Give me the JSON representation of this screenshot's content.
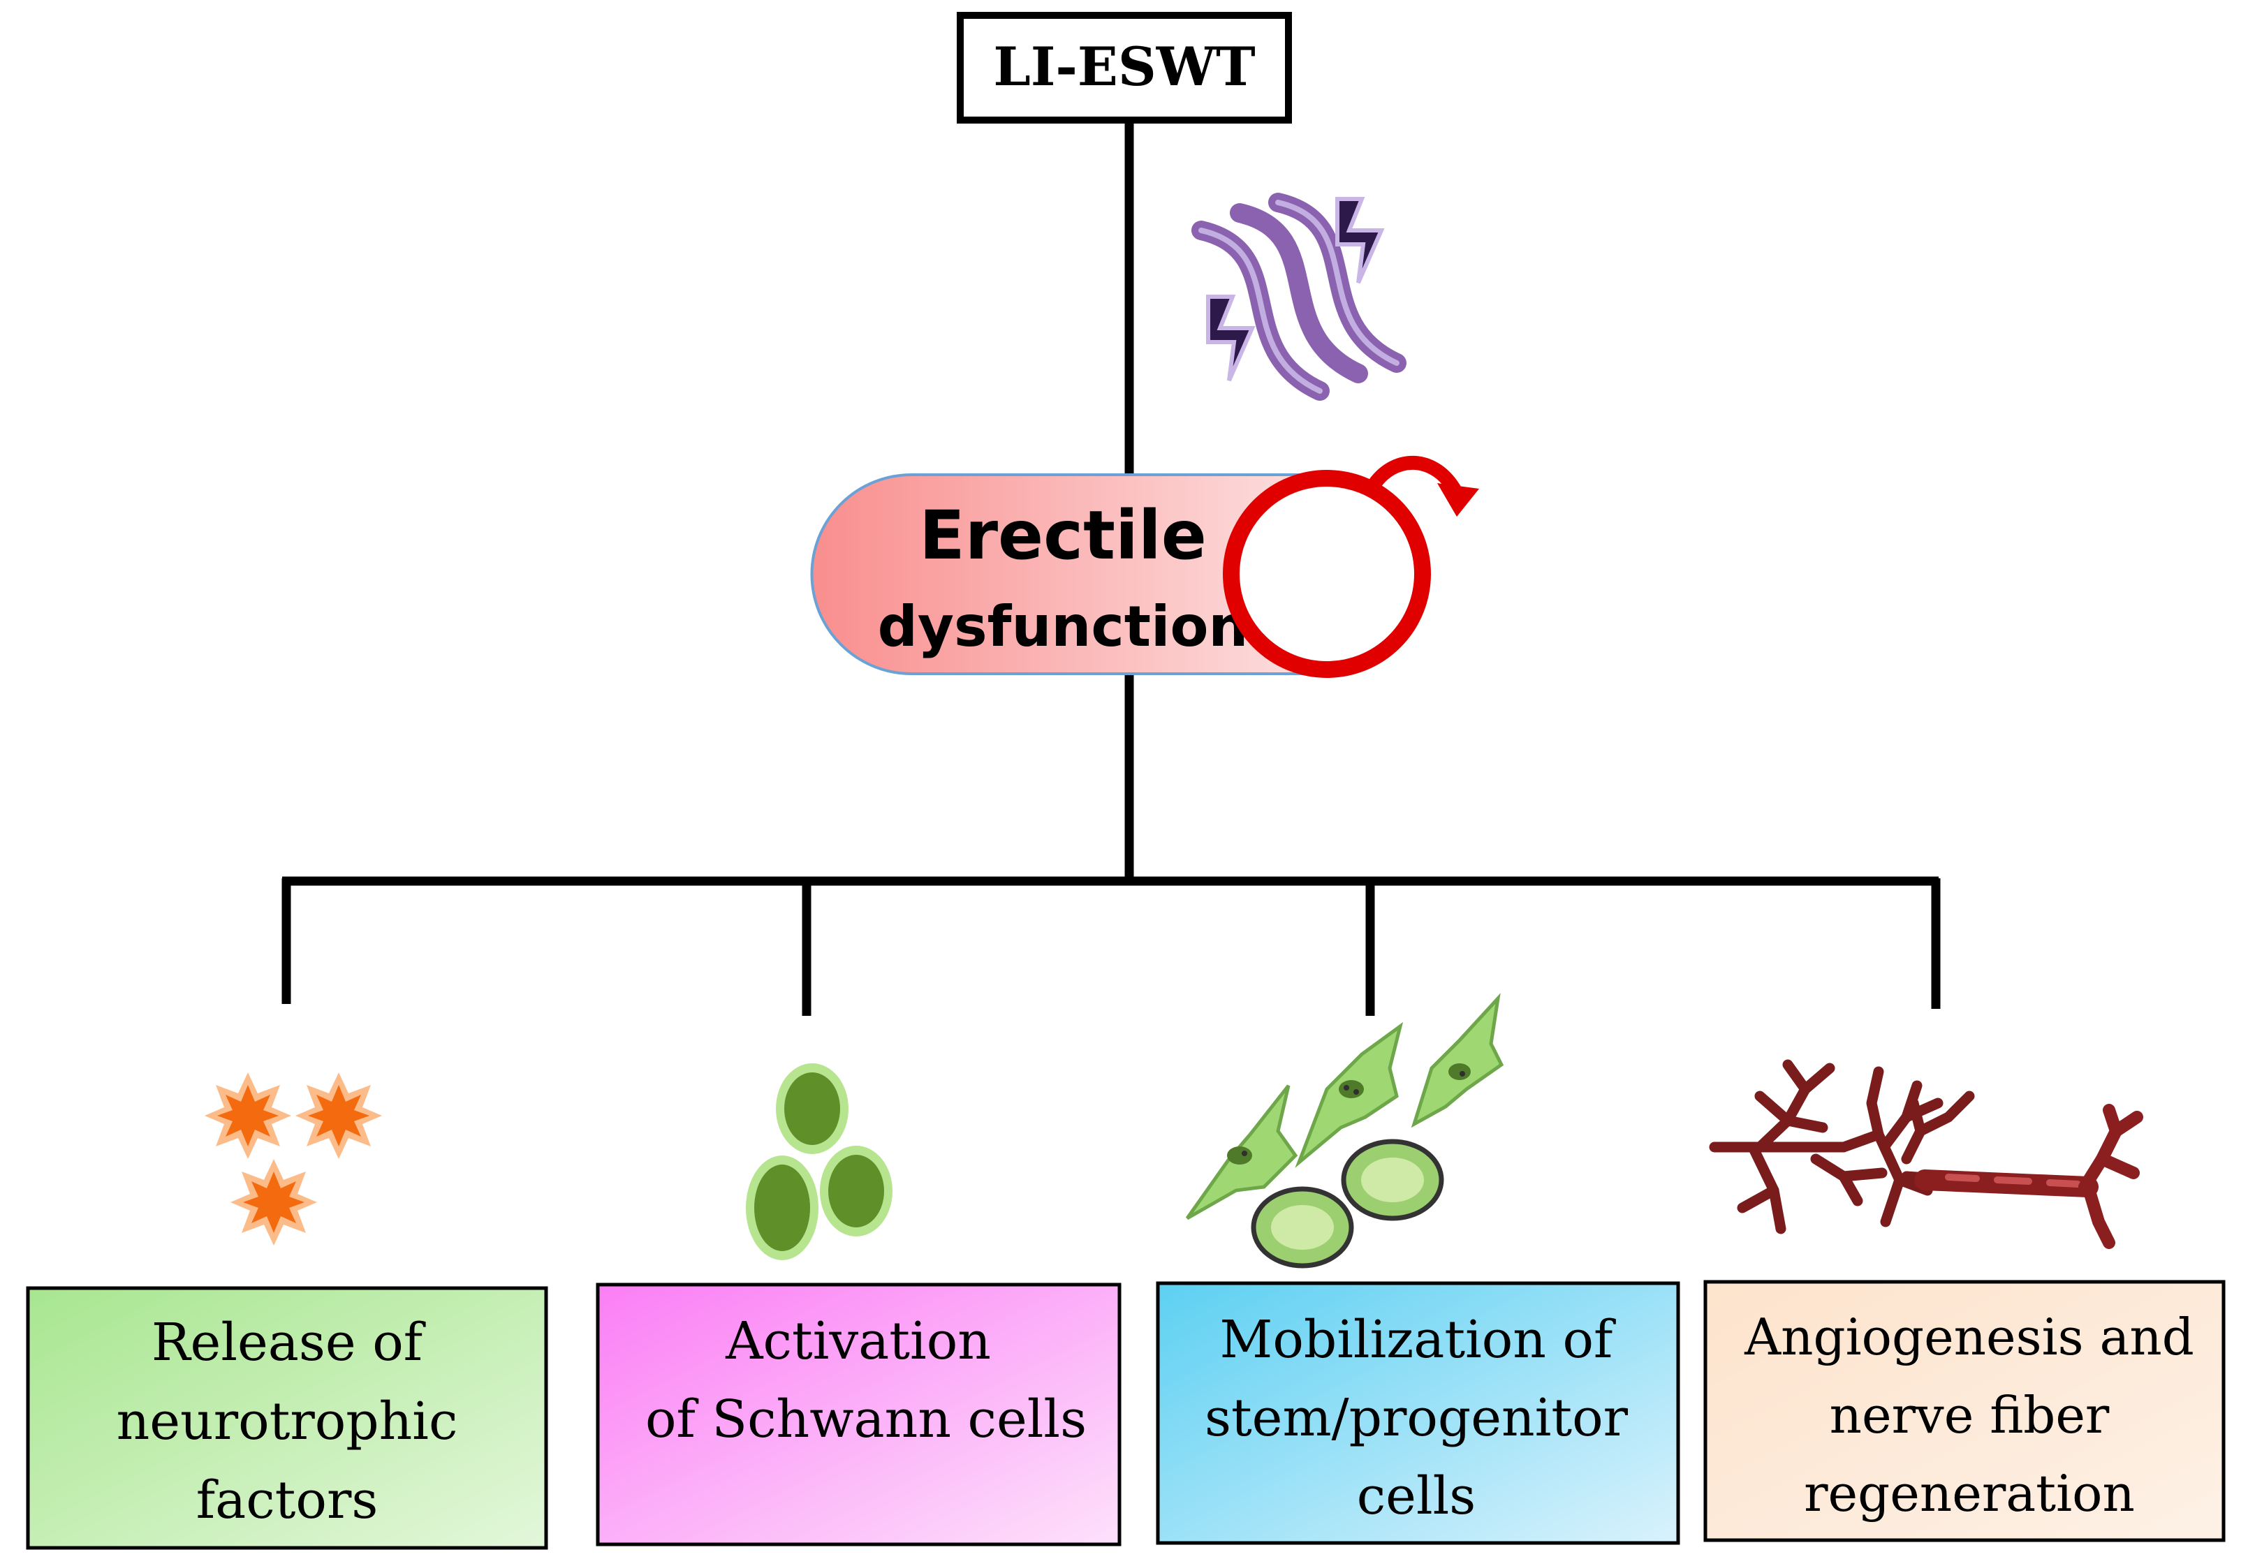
{
  "top_node": {
    "label": "LI-ESWT"
  },
  "center_node": {
    "line1": "Erectile",
    "line2": "dysfunction"
  },
  "effects": [
    {
      "lines": [
        "Release of",
        "neurotrophic",
        "factors"
      ],
      "color": "#a8e690"
    },
    {
      "lines": [
        "Activation",
        "of Schwann cells"
      ],
      "color": "#fb7ef5"
    },
    {
      "lines": [
        "Mobilization of",
        "stem/progenitor",
        "cells"
      ],
      "color": "#5dd0f2"
    },
    {
      "lines": [
        "Angiogenesis and",
        "nerve fiber",
        "regeneration"
      ],
      "color": "#fde7d2"
    }
  ],
  "icons": [
    "shockwave-icon",
    "male-symbol-icon",
    "neurotrophic-factor-icon",
    "schwann-cells-icon",
    "stem-cells-icon",
    "blood-vessel-icon"
  ]
}
